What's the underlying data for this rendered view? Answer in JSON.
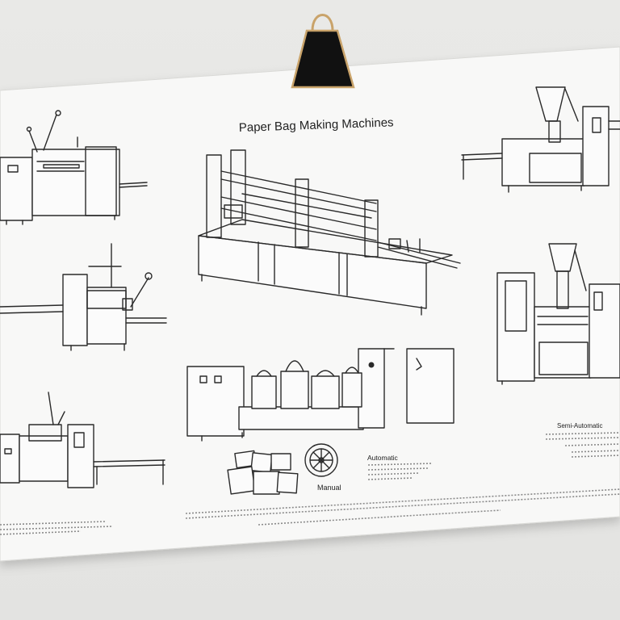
{
  "poster": {
    "title": "Paper Bag Making Machines",
    "label_automatic": "Automatic",
    "label_manual": "Manual",
    "label_semi_automatic": "Semi-Automatic"
  },
  "icons": {
    "clip": "bag-clip-icon",
    "gear": "gear-wheel-icon"
  },
  "colors": {
    "wall": "#e6e6e4",
    "paper": "#f8f8f7",
    "ink": "#2a2a2a",
    "clip_fill": "#111111",
    "clip_trim": "#c9a36a"
  }
}
